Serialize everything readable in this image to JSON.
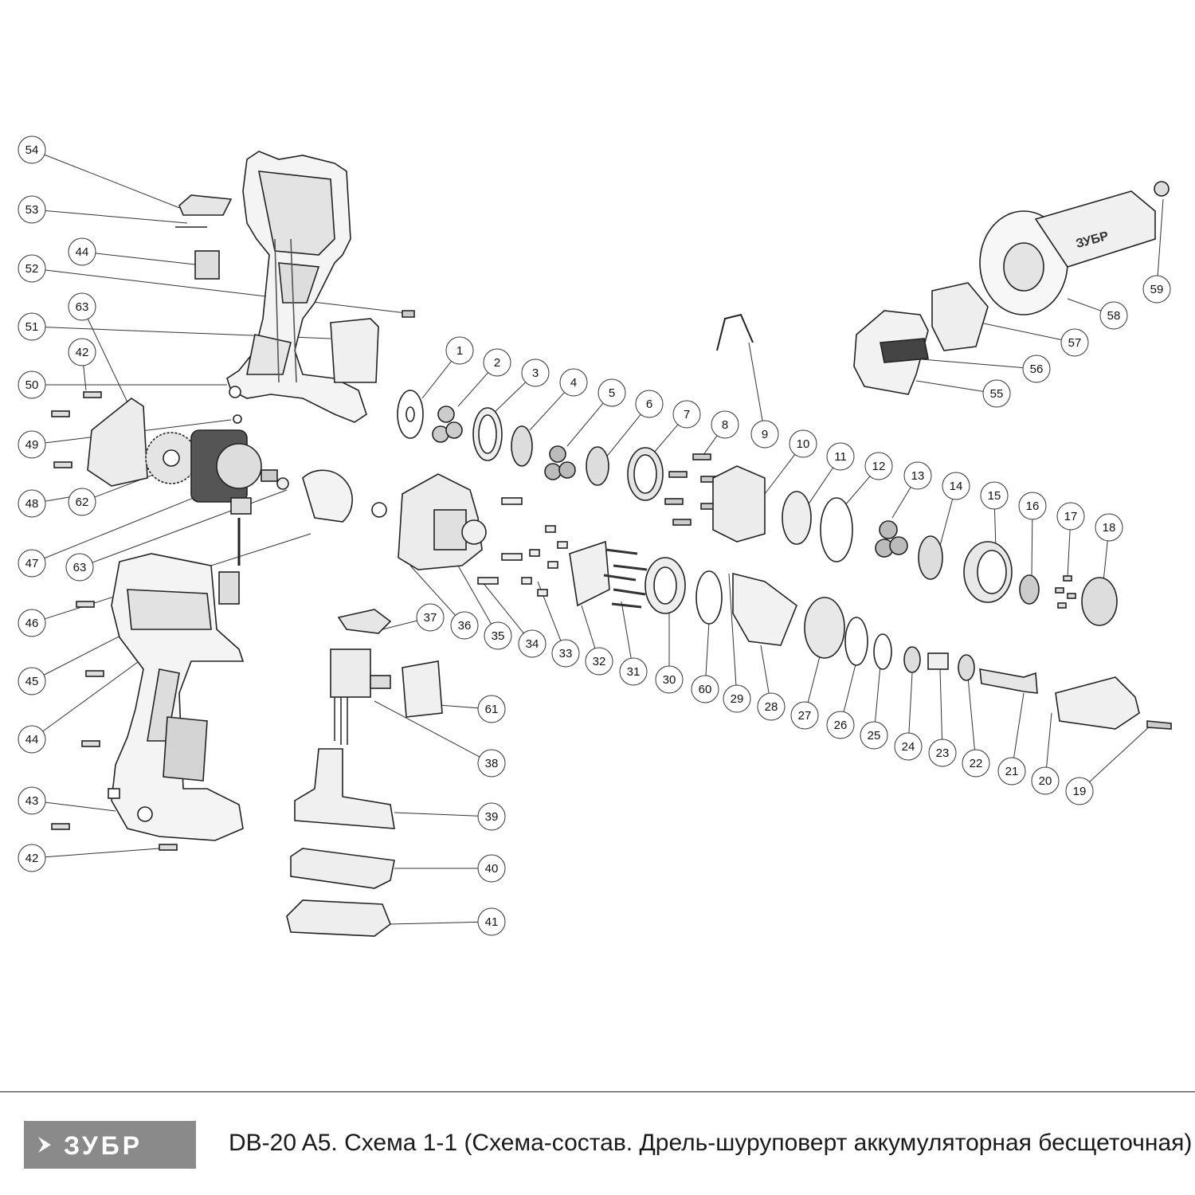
{
  "brand": {
    "logo_text": "ЗУБР",
    "accent": "#8a8a8a"
  },
  "grip_brand_text": "ЗУБР",
  "footer": {
    "model": "DB-20 A5.",
    "caption": "Схема 1-1 (Схема-состав. Дрель-шуруповерт аккумуляторная бесщеточная)"
  },
  "parts": [
    "1",
    "2",
    "3",
    "4",
    "5",
    "6",
    "7",
    "8",
    "9",
    "10",
    "11",
    "12",
    "13",
    "14",
    "15",
    "16",
    "17",
    "18",
    "19",
    "20",
    "21",
    "22",
    "23",
    "24",
    "25",
    "26",
    "27",
    "28",
    "29",
    "30",
    "31",
    "32",
    "33",
    "34",
    "35",
    "36",
    "37",
    "38",
    "39",
    "40",
    "41",
    "42",
    "43",
    "44",
    "45",
    "46",
    "47",
    "48",
    "49",
    "50",
    "51",
    "52",
    "53",
    "54",
    "55",
    "56",
    "57",
    "58",
    "59",
    "60",
    "61",
    "62",
    "63"
  ],
  "callouts": [
    {
      "n": "1"
    },
    {
      "n": "2"
    },
    {
      "n": "3"
    },
    {
      "n": "4"
    },
    {
      "n": "5"
    },
    {
      "n": "6"
    },
    {
      "n": "7"
    },
    {
      "n": "8"
    },
    {
      "n": "9"
    },
    {
      "n": "10"
    },
    {
      "n": "11"
    },
    {
      "n": "12"
    },
    {
      "n": "13"
    },
    {
      "n": "14"
    },
    {
      "n": "15"
    },
    {
      "n": "16"
    },
    {
      "n": "17"
    },
    {
      "n": "18"
    },
    {
      "n": "19"
    },
    {
      "n": "20"
    },
    {
      "n": "21"
    },
    {
      "n": "22"
    },
    {
      "n": "23"
    },
    {
      "n": "24"
    },
    {
      "n": "25"
    },
    {
      "n": "26"
    },
    {
      "n": "27"
    },
    {
      "n": "28"
    },
    {
      "n": "29"
    },
    {
      "n": "60"
    },
    {
      "n": "30"
    },
    {
      "n": "31"
    },
    {
      "n": "32"
    },
    {
      "n": "33"
    },
    {
      "n": "34"
    },
    {
      "n": "35"
    },
    {
      "n": "36"
    },
    {
      "n": "37"
    },
    {
      "n": "38"
    },
    {
      "n": "61"
    },
    {
      "n": "39"
    },
    {
      "n": "40"
    },
    {
      "n": "41"
    },
    {
      "n": "42"
    },
    {
      "n": "43"
    },
    {
      "n": "44"
    },
    {
      "n": "45"
    },
    {
      "n": "46"
    },
    {
      "n": "63"
    },
    {
      "n": "47"
    },
    {
      "n": "62"
    },
    {
      "n": "48"
    },
    {
      "n": "49"
    },
    {
      "n": "42"
    },
    {
      "n": "63"
    },
    {
      "n": "50"
    },
    {
      "n": "51"
    },
    {
      "n": "52"
    },
    {
      "n": "44"
    },
    {
      "n": "53"
    },
    {
      "n": "54"
    },
    {
      "n": "55"
    },
    {
      "n": "56"
    },
    {
      "n": "57"
    },
    {
      "n": "58"
    },
    {
      "n": "59"
    }
  ]
}
